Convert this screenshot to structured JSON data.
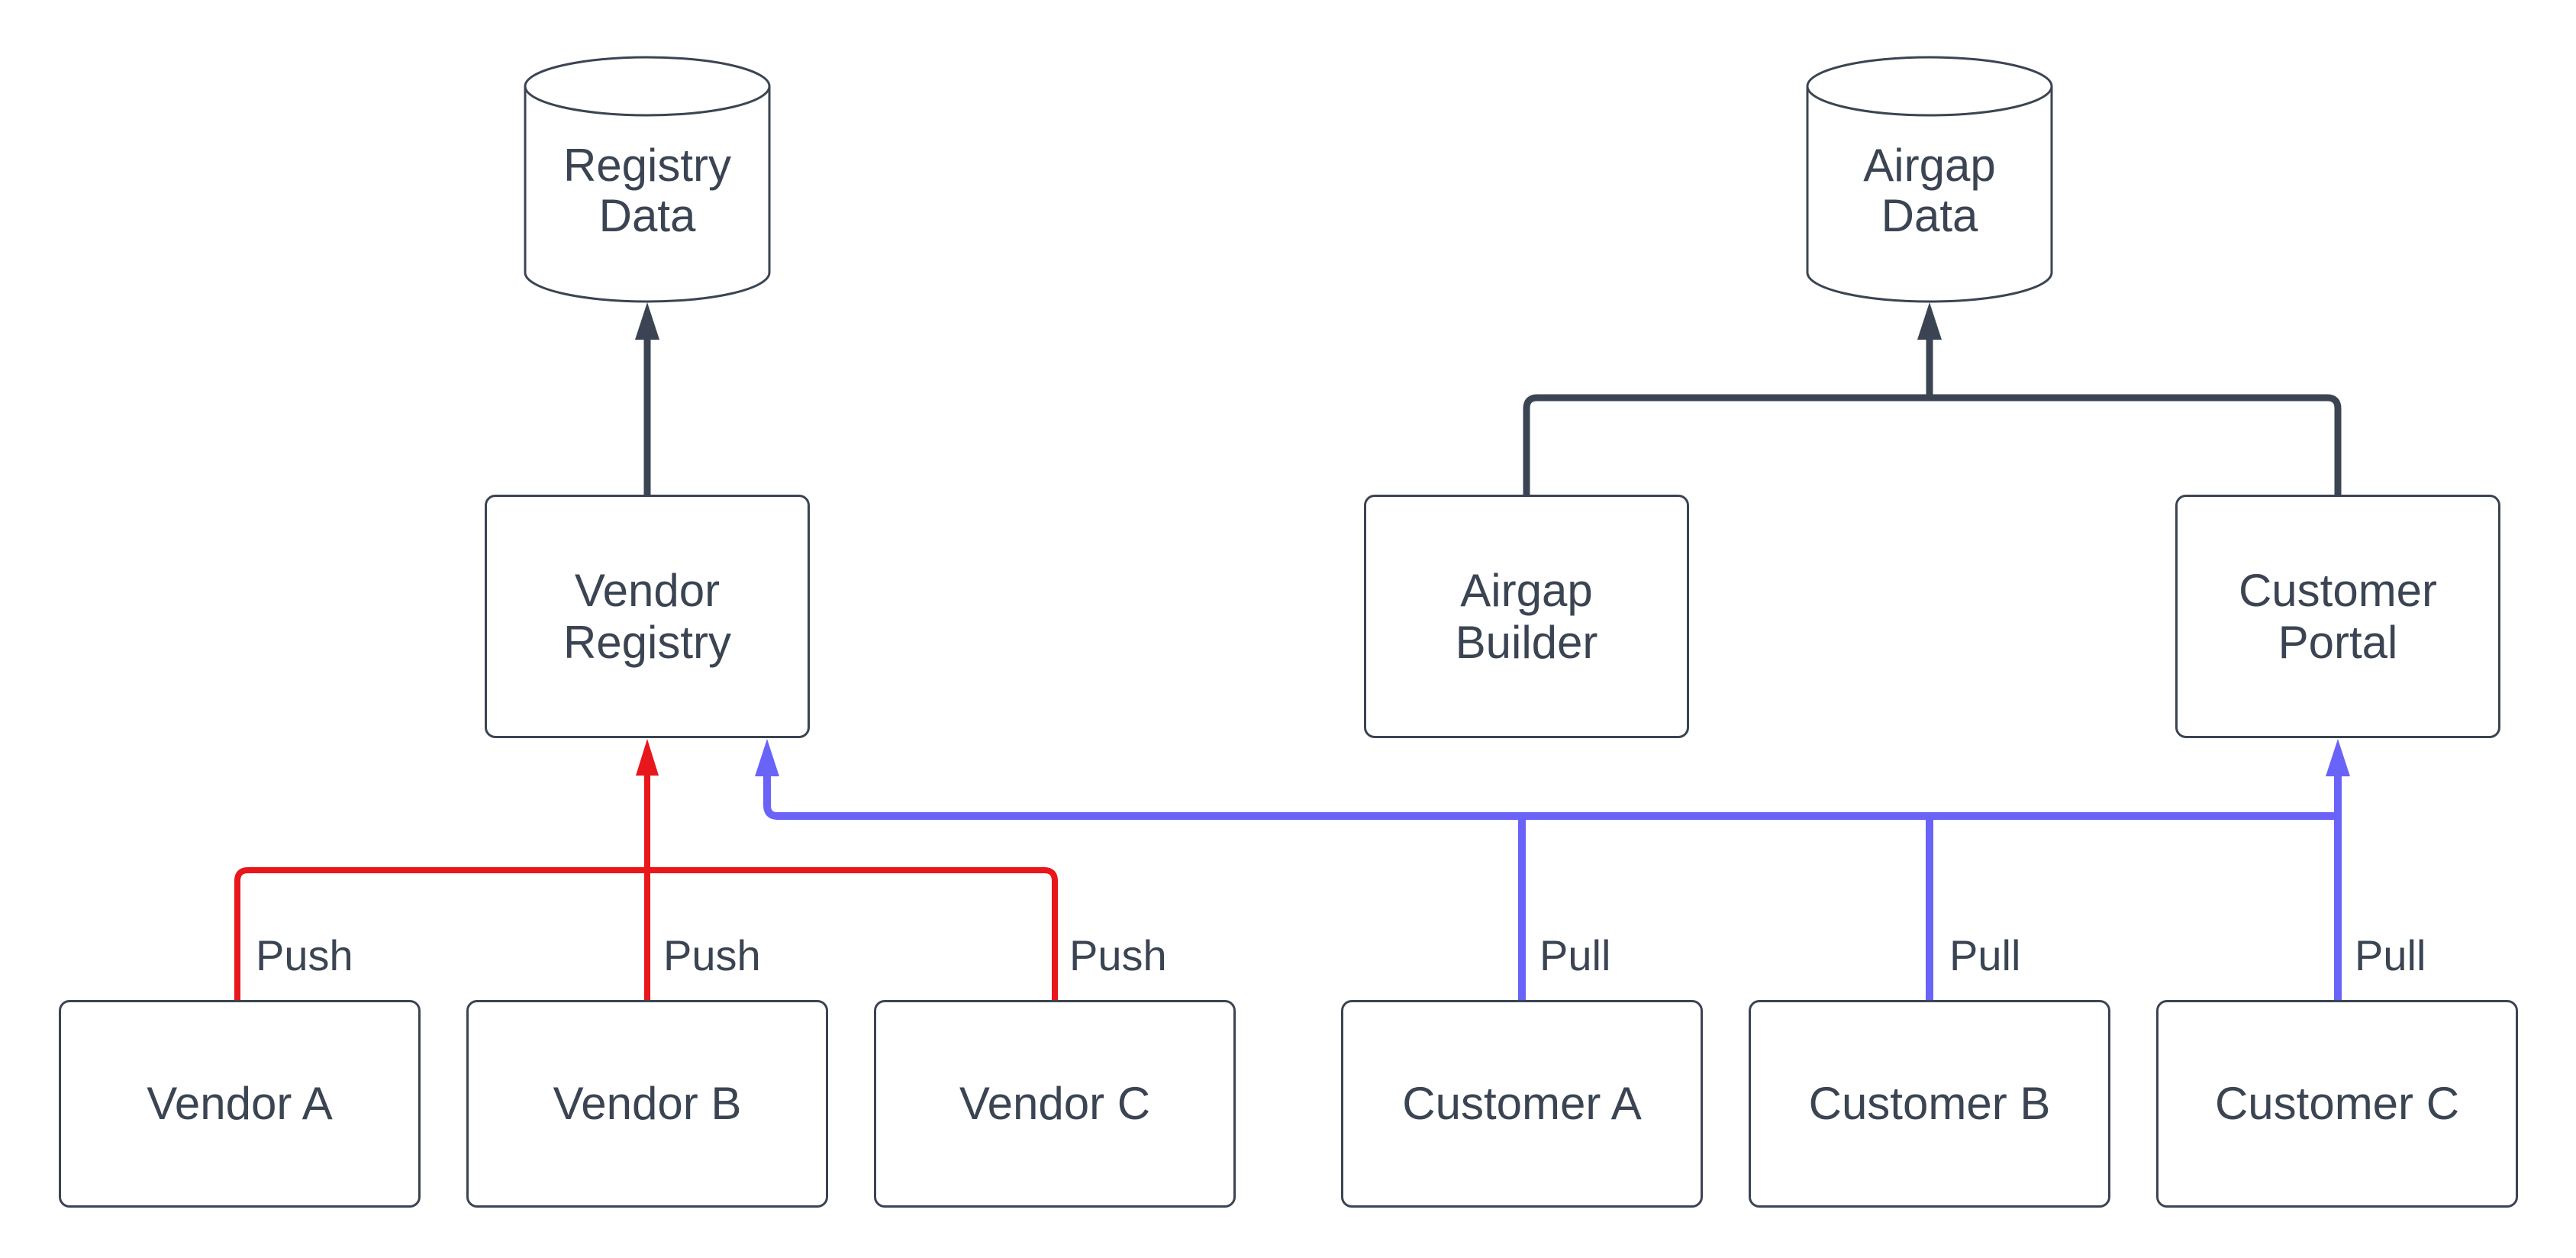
{
  "diagram": {
    "colors": {
      "stroke": "#3b4452",
      "text": "#3b4452",
      "push": "#e8171c",
      "pull": "#6a63f8"
    },
    "datastores": [
      {
        "id": "registry-data",
        "lines": [
          "Registry",
          "Data"
        ]
      },
      {
        "id": "airgap-data",
        "lines": [
          "Airgap",
          "Data"
        ]
      }
    ],
    "services": [
      {
        "id": "vendor-registry",
        "lines": [
          "Vendor",
          "Registry"
        ]
      },
      {
        "id": "airgap-builder",
        "lines": [
          "Airgap",
          "Builder"
        ]
      },
      {
        "id": "customer-portal",
        "lines": [
          "Customer",
          "Portal"
        ]
      }
    ],
    "actors": [
      {
        "id": "vendor-a",
        "label": "Vendor A"
      },
      {
        "id": "vendor-b",
        "label": "Vendor B"
      },
      {
        "id": "vendor-c",
        "label": "Vendor C"
      },
      {
        "id": "customer-a",
        "label": "Customer A"
      },
      {
        "id": "customer-b",
        "label": "Customer B"
      },
      {
        "id": "customer-c",
        "label": "Customer C"
      }
    ],
    "edge_labels": {
      "push": "Push",
      "pull": "Pull"
    },
    "edges": [
      {
        "from": "vendor-registry",
        "to": "registry-data",
        "label": "",
        "color": "#3b4452"
      },
      {
        "from": "airgap-builder",
        "to": "airgap-data",
        "label": "",
        "color": "#3b4452"
      },
      {
        "from": "customer-portal",
        "to": "airgap-data",
        "label": "",
        "color": "#3b4452"
      },
      {
        "from": "vendor-a",
        "to": "vendor-registry",
        "label": "Push",
        "color": "#e8171c"
      },
      {
        "from": "vendor-b",
        "to": "vendor-registry",
        "label": "Push",
        "color": "#e8171c"
      },
      {
        "from": "vendor-c",
        "to": "vendor-registry",
        "label": "Push",
        "color": "#e8171c"
      },
      {
        "from": "customer-a",
        "to": "customer-portal",
        "label": "Pull",
        "color": "#6a63f8"
      },
      {
        "from": "customer-b",
        "to": "customer-portal",
        "label": "Pull",
        "color": "#6a63f8"
      },
      {
        "from": "customer-c",
        "to": "customer-portal",
        "label": "Pull",
        "color": "#6a63f8"
      },
      {
        "from": "customer-c",
        "to": "vendor-registry",
        "label": "",
        "color": "#6a63f8"
      }
    ]
  }
}
